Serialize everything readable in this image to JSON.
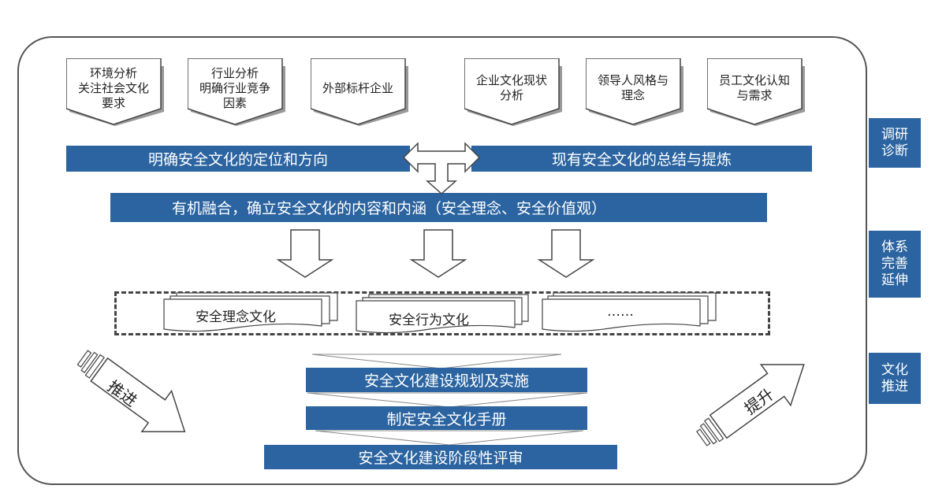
{
  "inputs_left": [
    {
      "text": "环境分析\n关注社会文化\n要求"
    },
    {
      "text": "行业分析\n明确行业竞争\n因素"
    },
    {
      "text": "外部标杆企业"
    }
  ],
  "inputs_right": [
    {
      "text": "企业文化现状\n分析"
    },
    {
      "text": "领导人风格与\n理念"
    },
    {
      "text": "员工文化认知\n与需求"
    }
  ],
  "bar_left": "明确安全文化的定位和方向",
  "bar_right": "现有安全文化的总结与提炼",
  "bar_merge": "有机融合，确立安全文化的内容和内涵（安全理念、安全价值观）",
  "docs": [
    "安全理念文化",
    "安全行为文化",
    "……"
  ],
  "steps": [
    "安全文化建设规划及实施",
    "制定安全文化手册",
    "安全文化建设阶段性评审"
  ],
  "arrow_push": "推进",
  "arrow_lift": "提升",
  "side_labels": [
    "调研\n诊断",
    "体系\n完善\n延伸",
    "文化\n推进"
  ],
  "colors": {
    "primary": "#2b64a0",
    "outline": "#444444"
  }
}
